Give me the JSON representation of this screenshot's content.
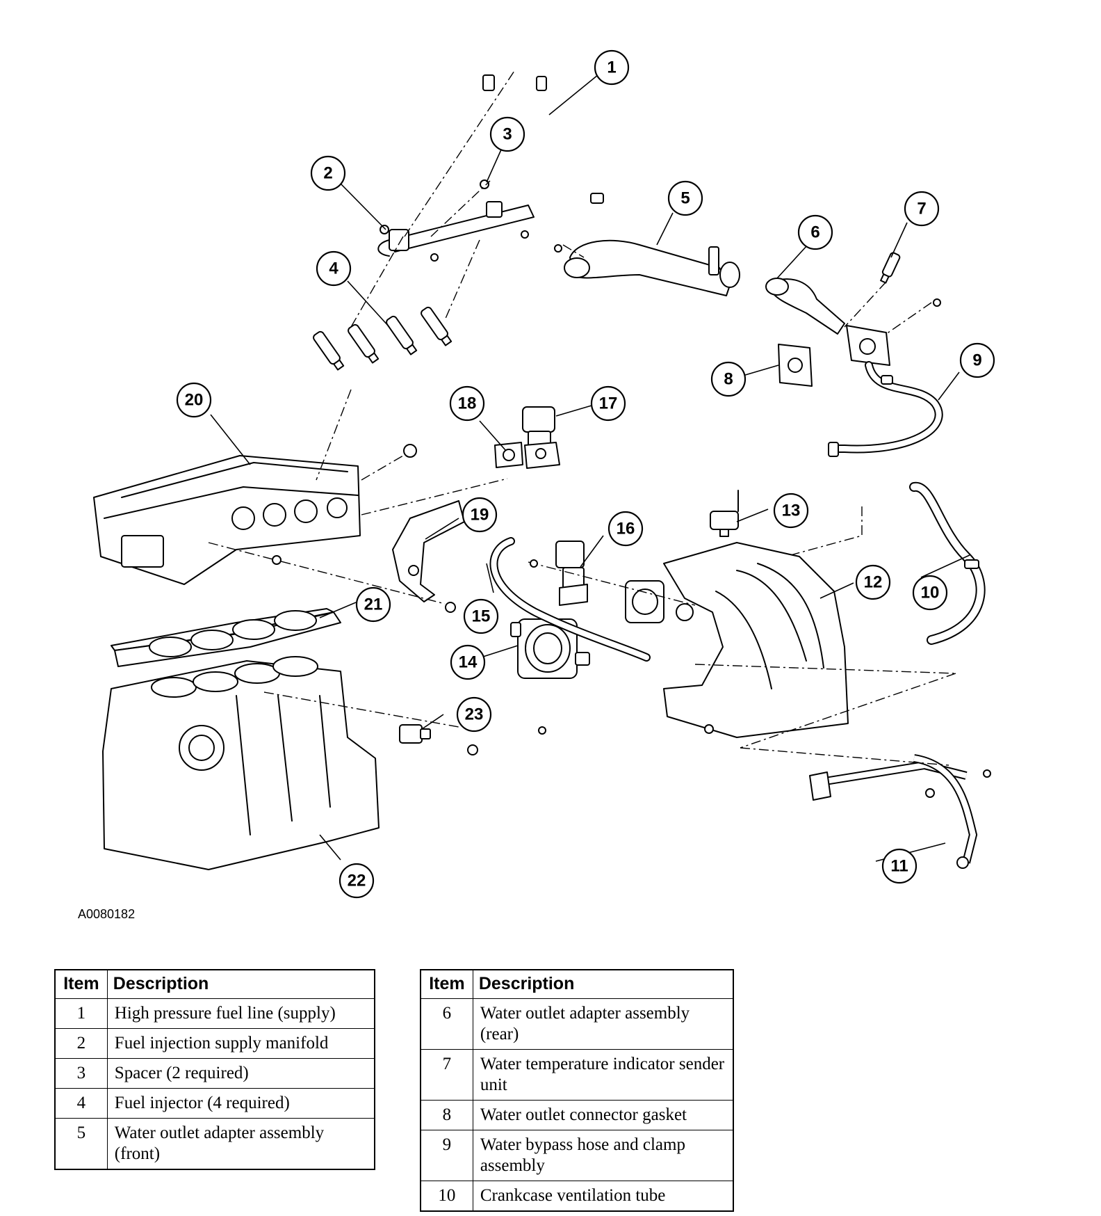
{
  "figure": {
    "reference_code": "A0080182",
    "callouts": [
      "1",
      "2",
      "3",
      "4",
      "5",
      "6",
      "7",
      "8",
      "9",
      "10",
      "11",
      "12",
      "13",
      "14",
      "15",
      "16",
      "17",
      "18",
      "19",
      "20",
      "21",
      "22",
      "23"
    ]
  },
  "table_left": {
    "headers": [
      "Item",
      "Description"
    ],
    "rows": [
      {
        "item": "1",
        "description": "High pressure fuel line (supply)"
      },
      {
        "item": "2",
        "description": "Fuel injection supply manifold"
      },
      {
        "item": "3",
        "description": "Spacer (2 required)"
      },
      {
        "item": "4",
        "description": "Fuel injector (4 required)"
      },
      {
        "item": "5",
        "description": "Water outlet adapter assembly (front)"
      }
    ]
  },
  "table_right": {
    "headers": [
      "Item",
      "Description"
    ],
    "rows": [
      {
        "item": "6",
        "description": "Water outlet adapter assembly (rear)"
      },
      {
        "item": "7",
        "description": "Water temperature indicator sender unit"
      },
      {
        "item": "8",
        "description": "Water outlet connector gasket"
      },
      {
        "item": "9",
        "description": "Water bypass hose and clamp assembly"
      },
      {
        "item": "10",
        "description": "Crankcase ventilation tube"
      }
    ]
  }
}
